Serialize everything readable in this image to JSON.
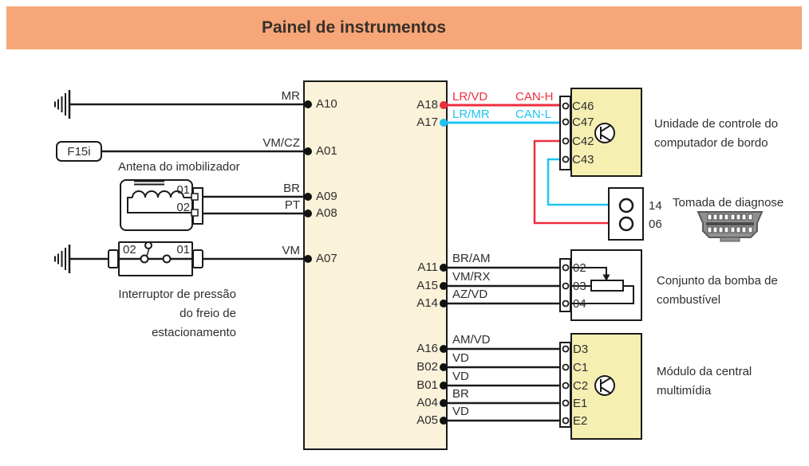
{
  "title": "Painel de instrumentos",
  "colors": {
    "header_bg": "#F6A678",
    "can_h_red": "#EE2D3F",
    "can_l_cyan": "#1FC3F3",
    "unit_fill": "#FBF2DA",
    "module_fill": "#F5F0B2"
  },
  "left": {
    "fuse_label": "F15i",
    "antenna_caption": "Antena do imobilizador",
    "antenna_pins": [
      "01",
      "02"
    ],
    "switch_pins": [
      "02",
      "01"
    ],
    "switch_caption": [
      "Interruptor de pressão",
      "do freio de",
      "estacionamento"
    ]
  },
  "unit": {
    "pins_left": [
      {
        "id": "A10",
        "wire": "MR"
      },
      {
        "id": "A01",
        "wire": "VM/CZ"
      },
      {
        "id": "A09",
        "wire": "BR"
      },
      {
        "id": "A08",
        "wire": "PT"
      },
      {
        "id": "A07",
        "wire": "VM"
      }
    ],
    "pins_can": [
      {
        "id": "A18",
        "wire": "LR/VD",
        "bus": "CAN-H"
      },
      {
        "id": "A17",
        "wire": "LR/MR",
        "bus": "CAN-L"
      }
    ],
    "pins_pump": [
      {
        "id": "A11",
        "wire": "BR/AM"
      },
      {
        "id": "A15",
        "wire": "VM/RX"
      },
      {
        "id": "A14",
        "wire": "AZ/VD"
      }
    ],
    "pins_media": [
      {
        "id": "A16",
        "wire": "AM/VD"
      },
      {
        "id": "B02",
        "wire": "VD"
      },
      {
        "id": "B01",
        "wire": "VD"
      },
      {
        "id": "A04",
        "wire": "BR"
      },
      {
        "id": "A05",
        "wire": "VD"
      }
    ]
  },
  "bordo": {
    "caption": [
      "Unidade de controle do",
      "computador de bordo"
    ],
    "pins": [
      "C46",
      "C47",
      "C42",
      "C43"
    ]
  },
  "diag": {
    "caption": "Tomada de diagnose",
    "pins": [
      "14",
      "06"
    ]
  },
  "pump": {
    "caption": [
      "Conjunto da bomba de",
      "combustível"
    ],
    "pins": [
      "02",
      "03",
      "04"
    ]
  },
  "media": {
    "caption": [
      "Módulo da central",
      "multimídia"
    ],
    "pins": [
      "D3",
      "C1",
      "C2",
      "E1",
      "E2"
    ]
  }
}
